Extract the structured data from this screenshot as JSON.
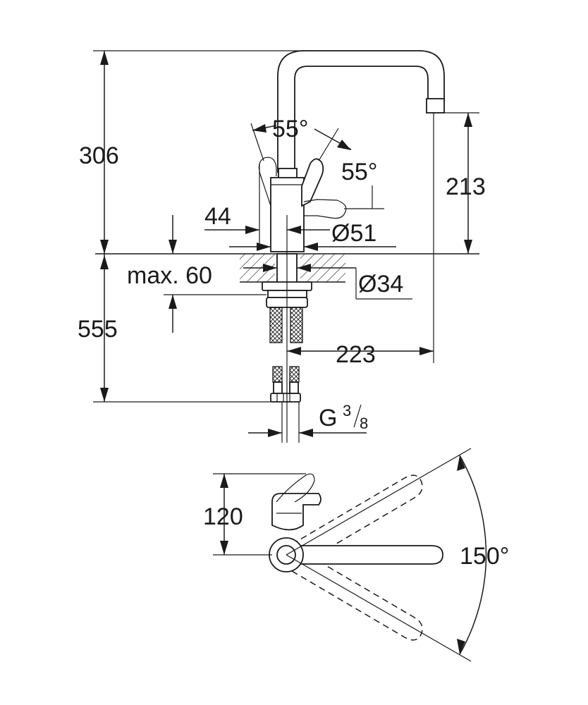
{
  "dimensions": {
    "total_height": "306",
    "spout_height": "213",
    "lever_angle_left": "55°",
    "lever_angle_right": "55°",
    "lever_offset": "44",
    "body_diameter": "Ø51",
    "deck_thickness": "max. 60",
    "hole_diameter": "Ø34",
    "hose_length": "555",
    "spout_reach": "223",
    "thread_main": "G",
    "thread_num": "3",
    "thread_den": "8",
    "top_view_depth": "120",
    "swivel_angle": "150°"
  }
}
